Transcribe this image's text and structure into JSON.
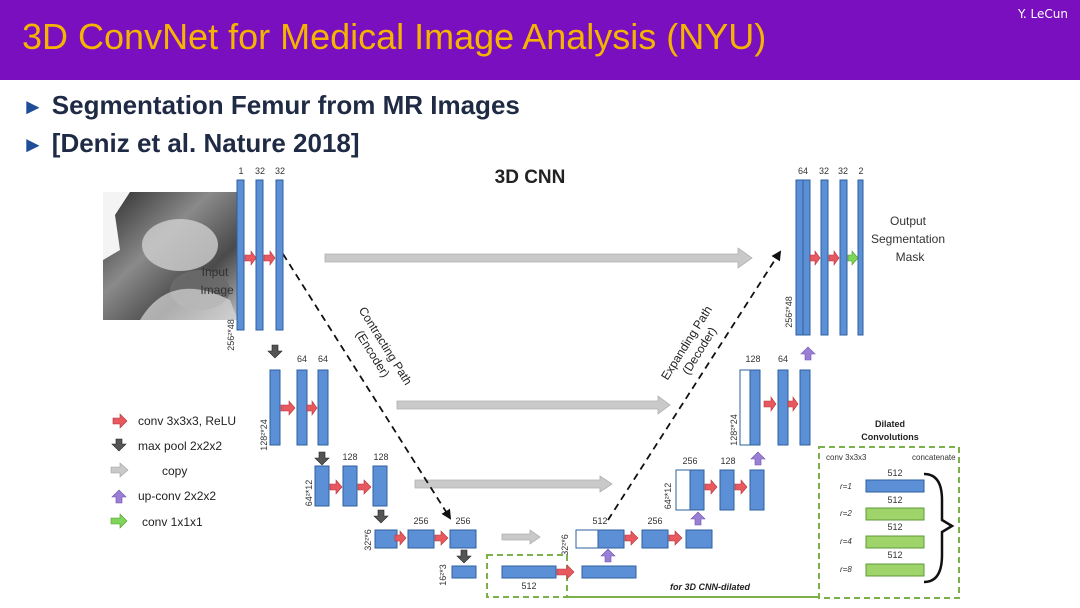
{
  "slide": {
    "title": "3D ConvNet for Medical Image Analysis (NYU)",
    "author": "Y. LeCun",
    "bullets": [
      "Segmentation Femur from MR Images",
      "[Deniz et al. Nature 2018]"
    ]
  },
  "diagram": {
    "title": "3D CNN",
    "input_label": [
      "Input",
      "Image"
    ],
    "output_label": [
      "Output",
      "Segmentation",
      "Mask"
    ],
    "contracting_label": [
      "Contracting Path",
      "(Encoder)"
    ],
    "expanding_label": [
      "Expanding Path",
      "(Decoder)"
    ],
    "dilated_label": "for 3D CNN-dilated",
    "level1": {
      "size": "256²*48",
      "left_channels": [
        "1",
        "32",
        "32"
      ],
      "right_channels": [
        "64",
        "32",
        "32",
        "2"
      ]
    },
    "level2": {
      "size": "128²*24",
      "left_channels": [
        "64",
        "64"
      ],
      "right_channels": [
        "128",
        "64"
      ]
    },
    "level3": {
      "size": "64²*12",
      "left_channels": [
        "128",
        "128"
      ],
      "right_channels": [
        "256",
        "128"
      ]
    },
    "level4": {
      "size": "32²*6",
      "left_channels": [
        "256",
        "256"
      ],
      "right_channels": [
        "512",
        "256"
      ]
    },
    "level5": {
      "size": "16²*3",
      "channels": [
        "512"
      ]
    },
    "legend": [
      {
        "label": "conv 3x3x3, ReLU",
        "color": "#e8585f"
      },
      {
        "label": "max pool 2x2x2",
        "color": "#444444"
      },
      {
        "label": "copy",
        "color": "#c8c8c8"
      },
      {
        "label": "up-conv 2x2x2",
        "color": "#9b7fd4"
      },
      {
        "label": "conv 1x1x1",
        "color": "#7fd45a"
      }
    ],
    "dilated_box": {
      "title": [
        "Dilated",
        "Convolutions"
      ],
      "col_left": "conv 3x3x3",
      "col_right": "concatenate",
      "rows": [
        {
          "r": "r=1",
          "ch": "512"
        },
        {
          "r": "r=2",
          "ch": "512"
        },
        {
          "r": "r=4",
          "ch": "512"
        },
        {
          "r": "r=8",
          "ch": "512"
        }
      ]
    },
    "colors": {
      "block_blue": "#5b8fd6",
      "block_dark": "#2f5f9e",
      "block_green": "#9ed46a",
      "dashed_green": "#7bb04a"
    }
  }
}
